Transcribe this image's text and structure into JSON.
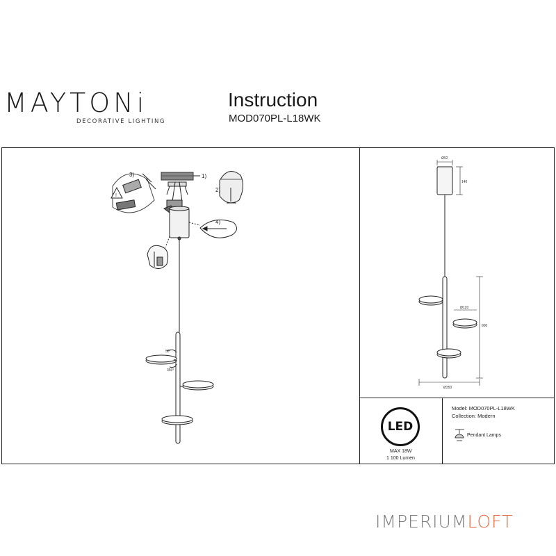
{
  "brand": {
    "name": "MAYTONi",
    "tagline": "DECORATIVE LIGHTING"
  },
  "document": {
    "title": "Instruction",
    "model_code": "MOD070PL-L18WK"
  },
  "assembly": {
    "step_labels": [
      "1)",
      "2)",
      "3)",
      "4)"
    ],
    "angle_labels": [
      "50°",
      "350°"
    ]
  },
  "dimensions": {
    "canopy_diameter": "Ø92",
    "canopy_height": "140",
    "disc_diameter": "Ø120",
    "total_height": "900",
    "total_width": "Ø350"
  },
  "specs": {
    "led_label": "LED",
    "power": "MAX 18W",
    "lumen": "1 100 Lumen"
  },
  "info": {
    "model": "Model: MOD070PL-L18WK",
    "collection": "Collection: Modern",
    "type": "Pendant Lamps"
  },
  "watermark": {
    "part1": "IMPERIUM",
    "part2": "LOFT"
  },
  "colors": {
    "line": "#222222",
    "watermark_gray": "#7d7d7d",
    "watermark_orange": "#e8663d"
  }
}
